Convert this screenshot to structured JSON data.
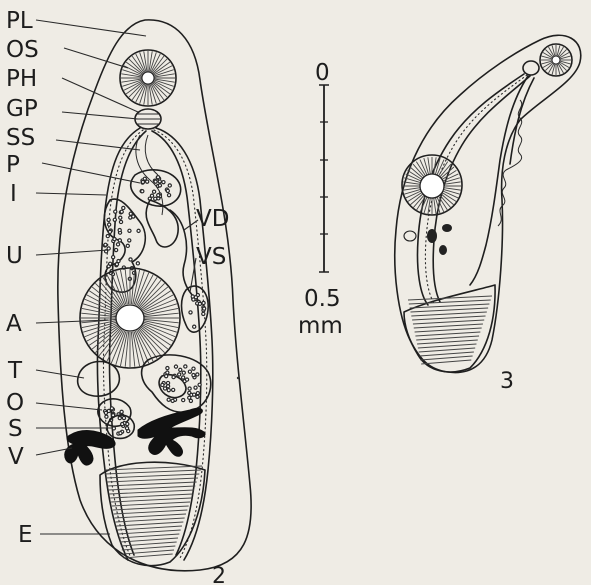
{
  "labels": {
    "pl": "PL",
    "os": "OS",
    "ph": "PH",
    "gp": "GP",
    "ss": "SS",
    "p": "P",
    "i": "I",
    "u": "U",
    "a": "A",
    "t": "T",
    "o": "O",
    "s": "S",
    "v": "V",
    "e": "E",
    "vd": "VD",
    "vs": "VS"
  },
  "scale": {
    "top": "0",
    "bottom": "0.5",
    "unit": "mm"
  },
  "figures": {
    "main": "2",
    "side": "3"
  }
}
